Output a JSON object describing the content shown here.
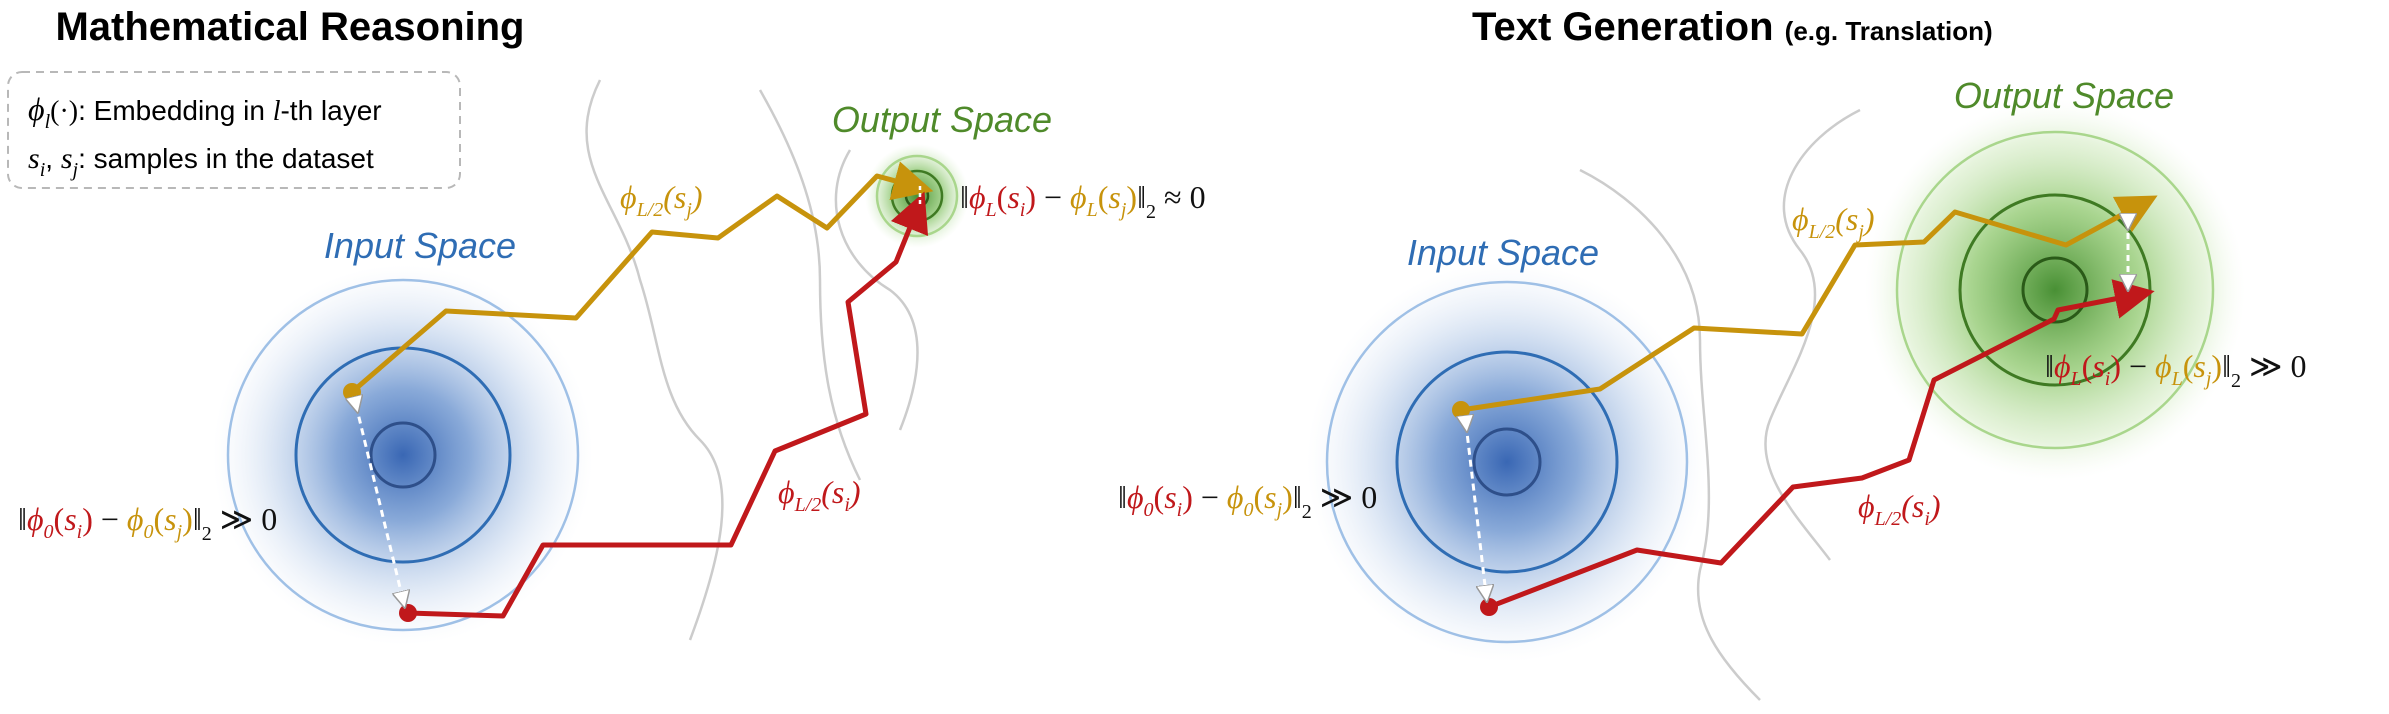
{
  "panels": {
    "left": {
      "title": "Mathematical Reasoning",
      "input_space": "Input Space",
      "output_space": "Output Space",
      "path_gold_label": {
        "phi": "ϕ",
        "sub": "L/2",
        "arg": "s",
        "arg_sub": "j"
      },
      "path_red_label": {
        "phi": "ϕ",
        "sub": "L/2",
        "arg": "s",
        "arg_sub": "i"
      },
      "input_distance": {
        "phi": "ϕ",
        "layer": "0",
        "si": "s",
        "i": "i",
        "sj": "s",
        "j": "j",
        "norm_sub": "2",
        "relation": "≫ 0"
      },
      "output_distance": {
        "phi": "ϕ",
        "layer": "L",
        "si": "s",
        "i": "i",
        "sj": "s",
        "j": "j",
        "norm_sub": "2",
        "relation": "≈ 0"
      }
    },
    "right": {
      "title": "Text Generation",
      "title_note": "(e.g. Translation)",
      "input_space": "Input Space",
      "output_space": "Output Space",
      "path_gold_label": {
        "phi": "ϕ",
        "sub": "L/2",
        "arg": "s",
        "arg_sub": "j"
      },
      "path_red_label": {
        "phi": "ϕ",
        "sub": "L/2",
        "arg": "s",
        "arg_sub": "i"
      },
      "input_distance": {
        "phi": "ϕ",
        "layer": "0",
        "si": "s",
        "i": "i",
        "sj": "s",
        "j": "j",
        "norm_sub": "2",
        "relation": "≫ 0"
      },
      "output_distance": {
        "phi": "ϕ",
        "layer": "L",
        "si": "s",
        "i": "i",
        "sj": "s",
        "j": "j",
        "norm_sub": "2",
        "relation": "≫ 0"
      }
    }
  },
  "legend": {
    "line1": {
      "phi": "ϕ",
      "sub": "l",
      "arg": "(·)",
      "text": ": Embedding in ",
      "var": "l",
      "suffix": "-th layer"
    },
    "line2": {
      "a": "s",
      "a_sub": "i",
      "sep": ", ",
      "b": "s",
      "b_sub": "j",
      "text": ": samples in the dataset"
    }
  },
  "colors": {
    "red": "#c0181b",
    "gold": "#c7930c",
    "blue": "#2f6db4",
    "green": "#4f8a2a"
  }
}
